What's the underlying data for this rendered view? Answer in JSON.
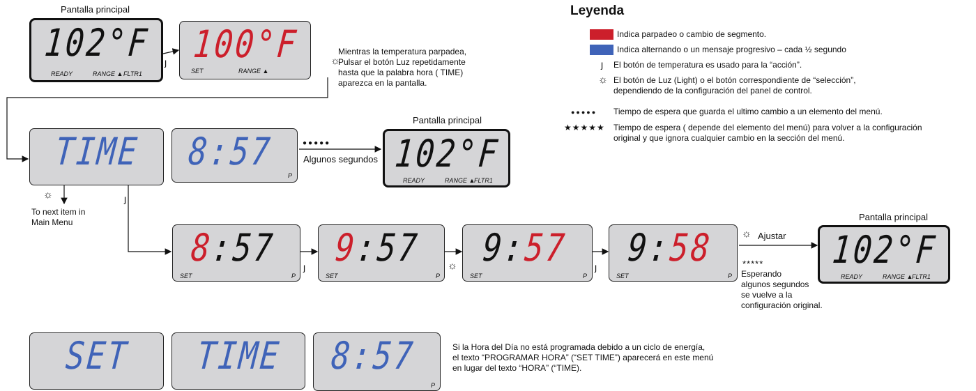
{
  "colors": {
    "red": "#cc1f2b",
    "blue": "#3f63b8",
    "lcd_bg": "#d5d5d7"
  },
  "main_screen_label": "Pantalla principal",
  "displays": {
    "main1": {
      "digits": "102°F",
      "ready": "READY",
      "range": "RANGE ▲",
      "fltr": "FLTR1"
    },
    "set100": {
      "digits": "100°F",
      "set": "SET",
      "range": "RANGE ▲"
    },
    "time": {
      "digits": "TIME"
    },
    "clock857": {
      "digits": "8:57",
      "p": "P"
    },
    "main2": {
      "digits": "102°F",
      "ready": "READY",
      "range": "RANGE ▲",
      "fltr": "FLTR1"
    },
    "set857": {
      "hh": "8",
      "mm": ":57",
      "set": "SET",
      "p": "P"
    },
    "set957": {
      "hh": "9",
      "mm": ":57",
      "set": "SET",
      "p": "P"
    },
    "set957b": {
      "hh": "9:",
      "mm": "57",
      "set": "SET",
      "p": "P"
    },
    "set958": {
      "hh": "9:",
      "mm": "58",
      "set": "SET",
      "p": "P"
    },
    "main3": {
      "digits": "102°F",
      "ready": "READY",
      "range": "RANGE ▲",
      "fltr": "FLTR1"
    },
    "set_word": {
      "digits": "SET"
    },
    "time_word": {
      "digits": "TIME"
    },
    "clock_b": {
      "digits": "8:57",
      "p": "P"
    }
  },
  "notes": {
    "instructions": [
      "Mientras la temperatura parpadea,",
      "Pulsar el botón Luz repetidamente",
      "hasta que la palabra hora ( TIME)",
      "aparezca en la pantalla."
    ],
    "some_seconds": "Algunos segundos",
    "next_item": [
      "To next item in",
      "Main Menu"
    ],
    "adjust": "Ajustar",
    "waiting": [
      "Esperando",
      "algunos segundos",
      "se vuelve a la",
      "configuración original."
    ],
    "stars": "*****",
    "dots": "●●●●●",
    "set_time_note": [
      "Si la Hora del Día no está programada debido a un ciclo de energía,",
      "el texto “PROGRAMAR HORA” (“SET TIME”) aparecerá en este menú",
      "en lugar del texto “HORA” (“TIME)."
    ]
  },
  "legend": {
    "title": "Leyenda",
    "red_text": "Indica parpadeo o cambio de segmento.",
    "blue_text": "Indica alternando o un mensaje progresivo – cada ½ segundo",
    "temp_text": "El botón de temperatura es usado para la “acción”.",
    "light_text": [
      "El botón de Luz (Light) o el botón correspondiente de “selección”,",
      "dependiendo de la configuración del panel de control."
    ],
    "dots_symbol": "●●●●●",
    "dots_text": "Tiempo de espera que guarda el ultimo cambio a un elemento del menú.",
    "stars_symbol": "★★★★★",
    "stars_text": [
      "Tiempo de espera ( depende del elemento del menú) para volver a la configuración",
      "original y que ignora cualquier cambio en la sección del menú."
    ]
  }
}
